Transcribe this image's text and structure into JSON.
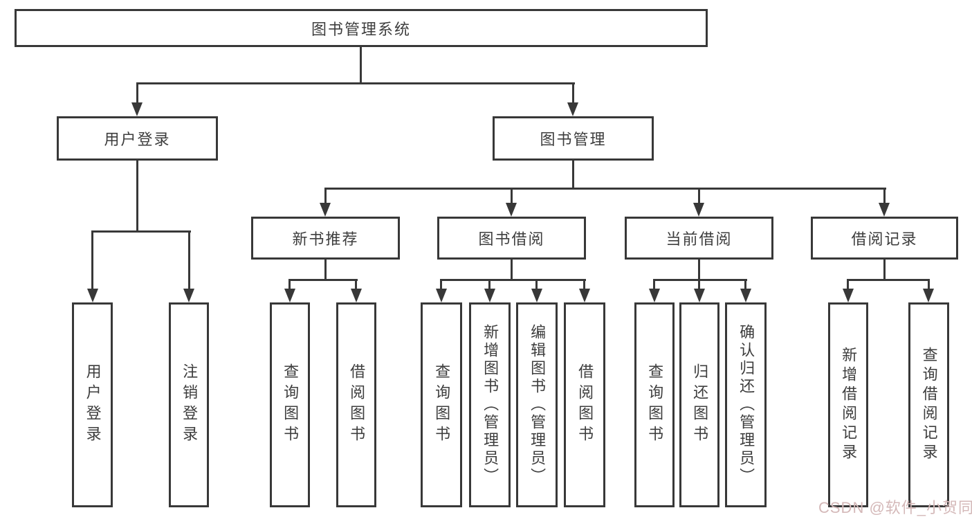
{
  "tree": {
    "root": {
      "label": "图书管理系统",
      "children": [
        {
          "label": "用户登录",
          "children": [
            {
              "label": "用户登录"
            },
            {
              "label": "注销登录"
            }
          ]
        },
        {
          "label": "图书管理",
          "children": [
            {
              "label": "新书推荐",
              "children": [
                {
                  "label": "查询图书"
                },
                {
                  "label": "借阅图书"
                }
              ]
            },
            {
              "label": "图书借阅",
              "children": [
                {
                  "label": "查询图书"
                },
                {
                  "label": "新增图书（管理员）"
                },
                {
                  "label": "编辑图书（管理员）"
                },
                {
                  "label": "借阅图书"
                }
              ]
            },
            {
              "label": "当前借阅",
              "children": [
                {
                  "label": "查询图书"
                },
                {
                  "label": "归还图书"
                },
                {
                  "label": "确认归还（管理员）"
                }
              ]
            },
            {
              "label": "借阅记录",
              "children": [
                {
                  "label": "新增借阅记录"
                },
                {
                  "label": "查询借阅记录"
                }
              ]
            }
          ]
        }
      ]
    }
  },
  "watermark": {
    "text": "CSDN @软件_小贺同学"
  },
  "colors": {
    "line": "#383838",
    "text": "#3d3d3d",
    "box_fill": "#ffffff",
    "background": "#ffffff",
    "watermark": "#d4b8b8"
  }
}
